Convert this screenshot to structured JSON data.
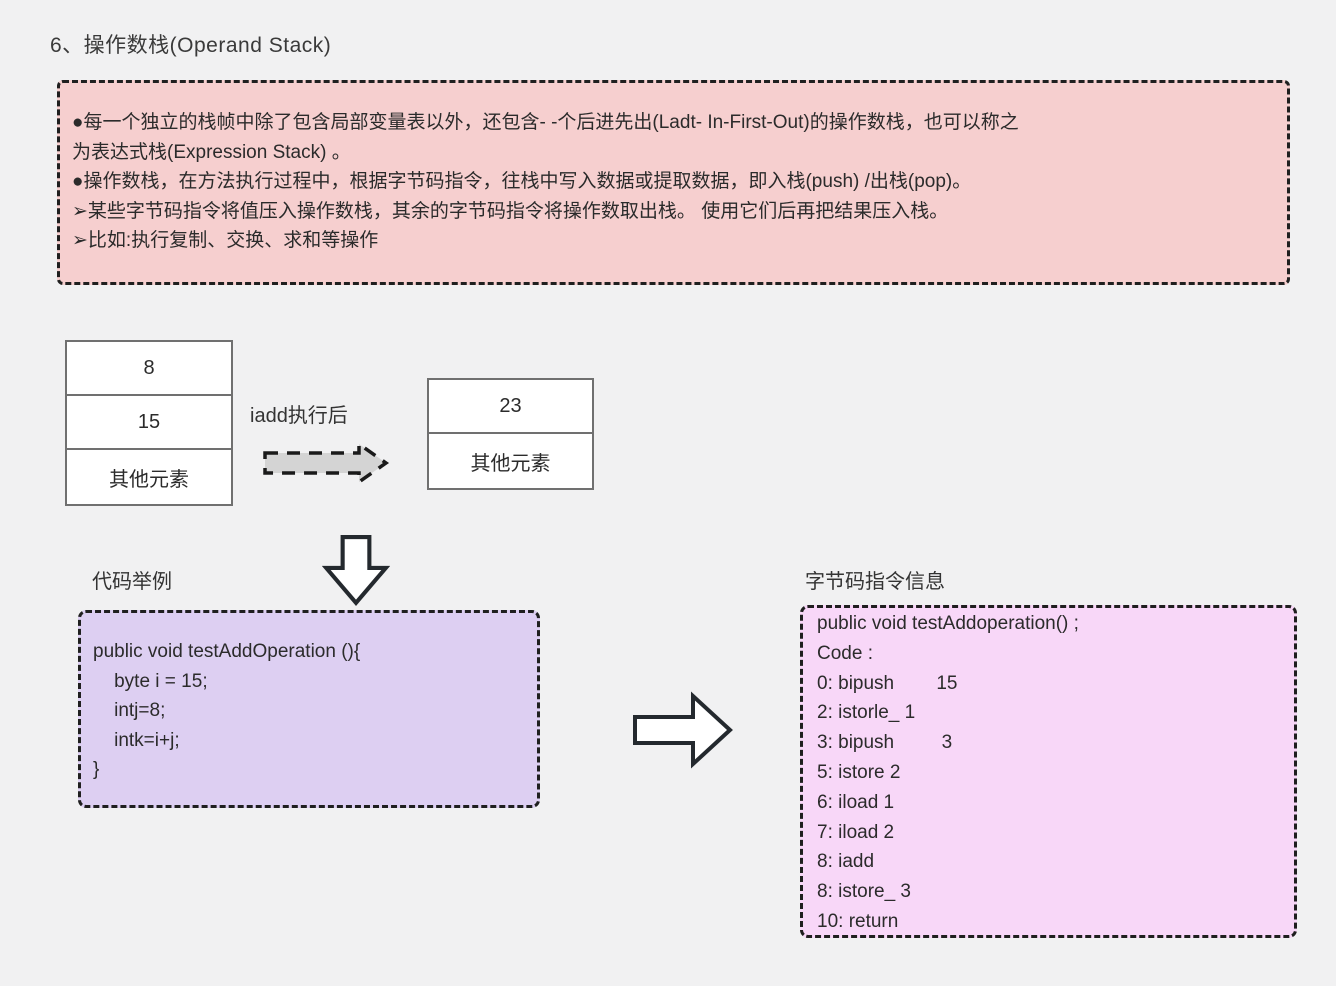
{
  "page": {
    "title": "6、操作数栈(Operand Stack)"
  },
  "colors": {
    "background": "#f1f1f2",
    "summary_fill": "#f6cfcf",
    "code_fill": "#ddcff2",
    "bytecode_fill": "#f8d7f8",
    "border_dark": "#1f1f1f",
    "stack_border": "#707070",
    "text": "#2f2f2f",
    "arrow_gray": "#d4d4d4"
  },
  "summary_box": {
    "lines": [
      "●每一个独立的栈帧中除了包含局部变量表以外，还包含- -个后进先出(Ladt- In-First-Out)的操作数栈，也可以称之",
      "为表达式栈(Expression Stack) 。",
      "●操作数栈，在方法执行过程中，根据字节码指令，往栈中写入数据或提取数据，即入栈(push) /出栈(pop)。",
      "➢某些字节码指令将值压入操作数栈，其余的字节码指令将操作数取出栈。 使用它们后再把结果压入栈。",
      "➢比如:执行复制、交换、求和等操作"
    ]
  },
  "stack_before": {
    "cells": [
      "8",
      "15",
      "其他元素"
    ]
  },
  "transition": {
    "arrow_label": "iadd执行后"
  },
  "stack_after": {
    "cells": [
      "23",
      "其他元素"
    ]
  },
  "code_section": {
    "label": "代码举例",
    "lines": [
      "public void testAddOperation (){",
      "    byte i = 15;",
      "    intj=8;",
      "    intk=i+j;",
      "}"
    ]
  },
  "bytecode_section": {
    "label": "字节码指令信息",
    "lines": [
      "public void testAddoperation() ;",
      "Code :",
      "0: bipush        15",
      "2: istorle_ 1",
      "3: bipush         3",
      "5: istore 2",
      "6: iload 1",
      "7: iload 2",
      "8: iadd",
      "8: istore_ 3",
      "10: return"
    ]
  }
}
